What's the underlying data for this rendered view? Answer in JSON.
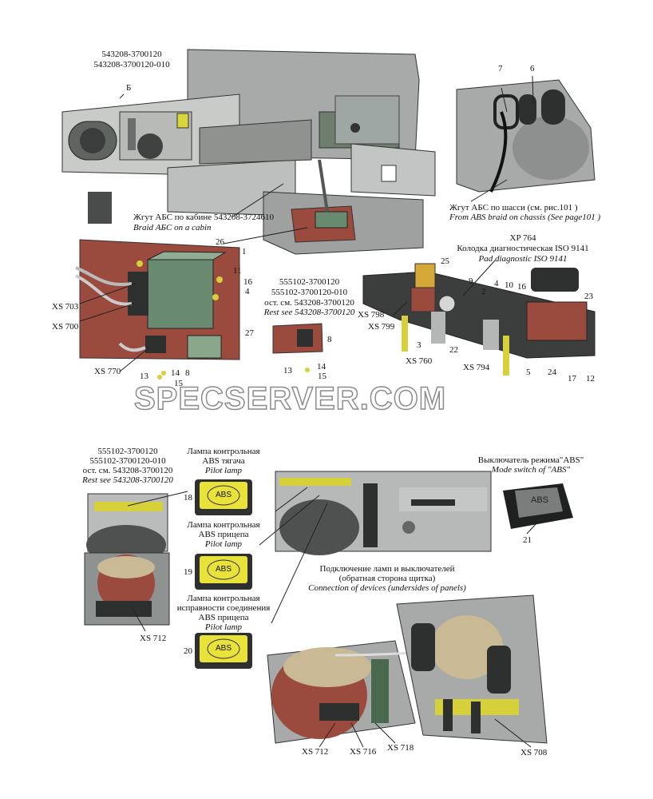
{
  "top": {
    "part_numbers": [
      "543208-3700120",
      "543208-3700120-010"
    ],
    "view_label": "Б",
    "abs_chassis_ru": "Жгут АБС по шасси (см. рис.101 )",
    "abs_chassis_en": "From ABS braid on chassis (See page101 )",
    "abs_cabin_ru": "Жгут АБС по кабине 543208-3724610",
    "abs_cabin_en": "Braid АБС on a cabin",
    "callouts": [
      "7",
      "6"
    ]
  },
  "middle": {
    "part_block": [
      "555102-3700120",
      "555102-3700120-010",
      "ост. см. 543208-3700120"
    ],
    "part_block_en": "Rest see 543208-3700120",
    "xp_label": "XP 764",
    "pad_ru": "Колодка диагностическая ISO 9141",
    "pad_en": "Pad diagnostic ISO 9141",
    "connectors": [
      "XS 703",
      "XS 700",
      "XS 770",
      "XS 798",
      "XS 799",
      "XS 760",
      "XS 794"
    ],
    "callouts": [
      "26",
      "1",
      "11",
      "16",
      "4",
      "27",
      "8",
      "13",
      "14",
      "15",
      "8",
      "13",
      "14",
      "15",
      "25",
      "9",
      "2",
      "4",
      "10",
      "16",
      "23",
      "3",
      "22",
      "5",
      "24",
      "17",
      "12"
    ]
  },
  "watermark": "SPECSERVER.COM",
  "bottom": {
    "part_block": [
      "555102-3700120",
      "555102-3700120-010",
      "ост. см. 543208-3700120"
    ],
    "part_block_en": "Rest see 543208-3700120",
    "lamp1_ru": [
      "Лампа контрольная",
      "ABS тягача"
    ],
    "lamp1_en": "Pilot lamp",
    "lamp2_ru": [
      "Лампа контрольная",
      "ABS прицепа"
    ],
    "lamp2_en": "Pilot lamp",
    "lamp3_ru": [
      "Лампа контрольная",
      "исправности соединения",
      "ABS прицепа"
    ],
    "lamp3_en": "Pilot lamp",
    "switch_ru": "Выключатель режима\"ABS\"",
    "switch_en": "Mode switch of \"ABS\"",
    "connect_ru": [
      "Подключение ламп и выключателей",
      "(обратная сторона щитка)"
    ],
    "connect_en": "Connection of devices (undersides of panels)",
    "abs_text": "ABS",
    "callouts": [
      "18",
      "19",
      "20",
      "21"
    ],
    "connectors": [
      "XS 712",
      "XS 712",
      "XS 716",
      "XS 718",
      "XS 708"
    ]
  },
  "colors": {
    "panel_brown": "#9b4a3e",
    "lamp_yellow": "#e8e23a",
    "dash_gray": "#8e9290",
    "watermark_stroke": "#8c8c8c"
  }
}
